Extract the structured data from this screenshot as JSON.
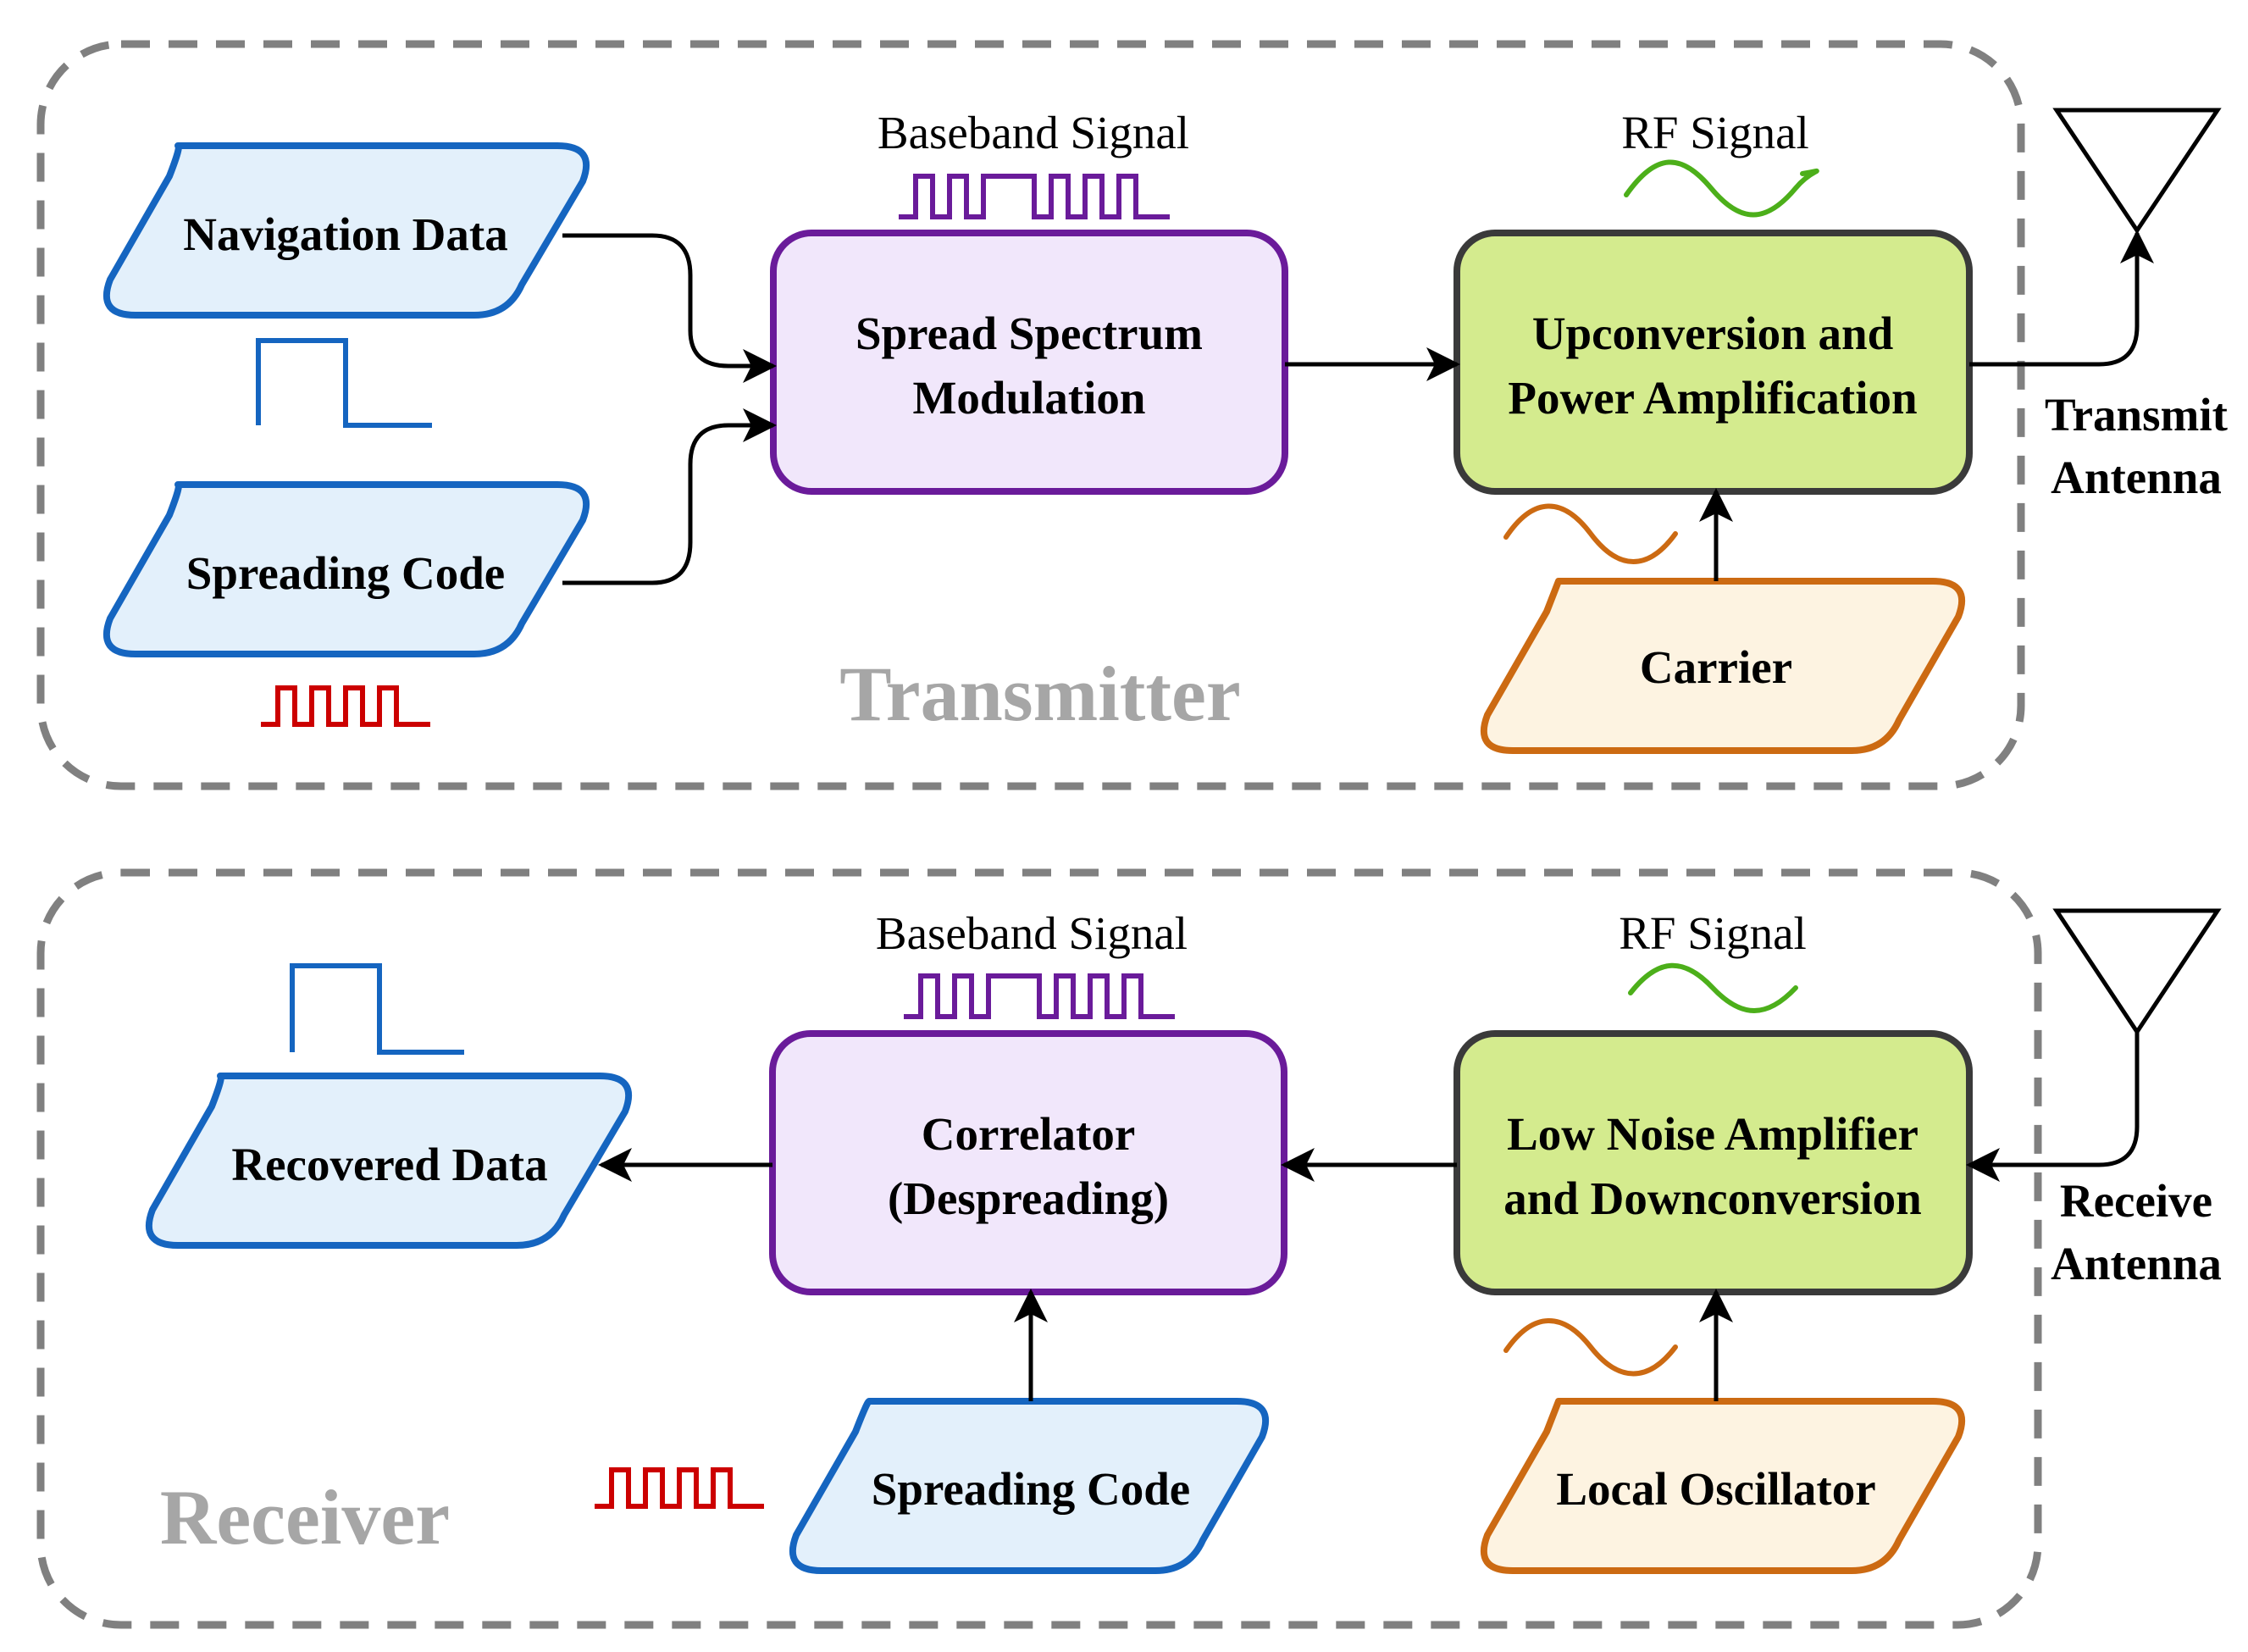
{
  "transmitter": {
    "title": "Transmitter",
    "navigation_data": "Navigation Data",
    "spreading_code": "Spreading Code",
    "modulation": {
      "line1": "Spread Spectrum",
      "line2": "Modulation"
    },
    "baseband_signal": "Baseband Signal",
    "upconversion": {
      "line1": "Upconversion and",
      "line2": "Power Amplification"
    },
    "rf_signal": "RF Signal",
    "carrier": "Carrier",
    "antenna": {
      "line1": "Transmit",
      "line2": "Antenna"
    }
  },
  "receiver": {
    "title": "Receiver",
    "recovered_data": "Recovered Data",
    "correlator": {
      "line1": "Correlator",
      "line2": "(Despreading)"
    },
    "baseband_signal": "Baseband Signal",
    "lna": {
      "line1": "Low Noise Amplifier",
      "line2": "and Downconversion"
    },
    "rf_signal": "RF Signal",
    "spreading_code": "Spreading Code",
    "local_oscillator": "Local Oscillator",
    "antenna": {
      "line1": "Receive",
      "line2": "Antenna"
    }
  },
  "colors": {
    "data_blue": "#1565c0",
    "data_fill": "#e3f0fb",
    "modulation_purple": "#6a1b9a",
    "modulation_fill": "#f1e7fb",
    "rf_box_stroke": "#3a3a3a",
    "rf_box_fill": "#d4eb8e",
    "rf_wave_green": "#4caf1a",
    "carrier_orange": "#cc6a12",
    "carrier_fill": "#fdf3e1",
    "code_red": "#cc0000",
    "section_gray": "#808080"
  }
}
